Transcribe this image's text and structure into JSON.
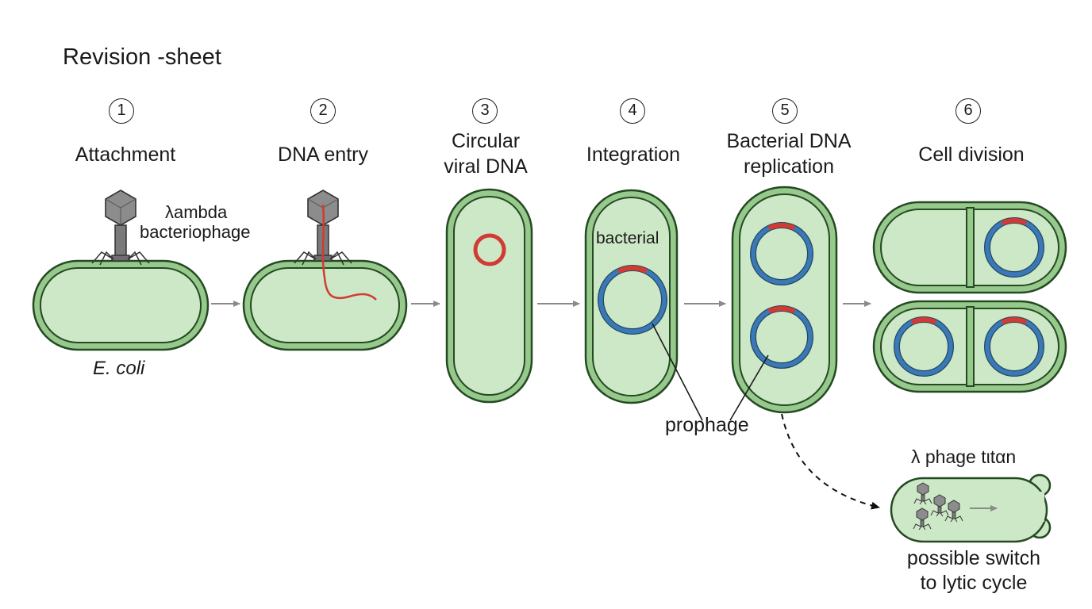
{
  "title": "Revision -sheet",
  "steps": [
    {
      "number": "1",
      "title": "Attachment"
    },
    {
      "number": "2",
      "title": "DNA entry"
    },
    {
      "number": "3",
      "title": "Circular\nviral DNA"
    },
    {
      "number": "4",
      "title": "Integration"
    },
    {
      "number": "5",
      "title": "Bacterial DNA\nreplication"
    },
    {
      "number": "6",
      "title": "Cell division"
    }
  ],
  "labels": {
    "phage_line1": "λambda",
    "phage_line2": "bacteriophage",
    "host": "E. coli",
    "bacterial": "bacterial",
    "prophage": "prophage",
    "lytic_title": "λ phage tιtαn",
    "lytic_caption_line1": "possible switch",
    "lytic_caption_line2": "to lytic cycle"
  },
  "colors": {
    "cell_fill": "#cde8c6",
    "cell_outline": "#244a22",
    "cell_wall": "#97c98d",
    "bacterial_dna": "#3a78b8",
    "viral_dna": "#d23a34",
    "phage": "#8c8c8c",
    "arrow": "#8a8a8a"
  },
  "icons": [
    "lambda-phage-icon",
    "arrow-right-icon",
    "dashed-curved-arrow-icon"
  ]
}
